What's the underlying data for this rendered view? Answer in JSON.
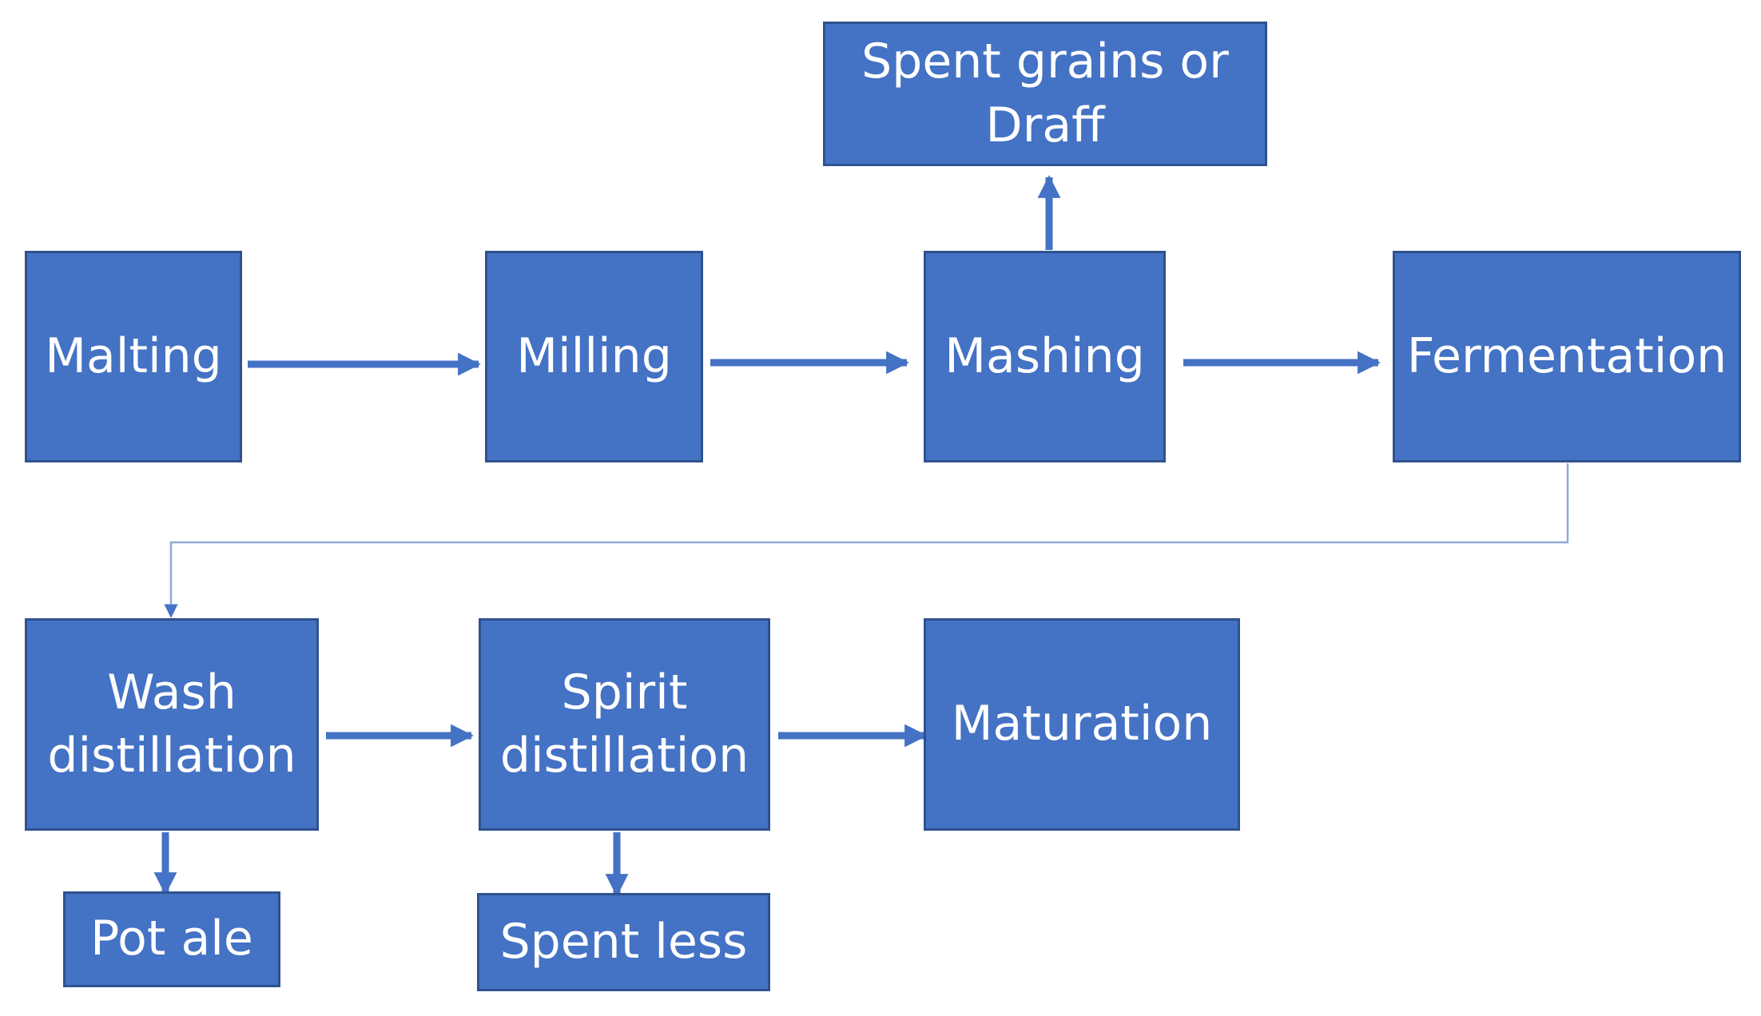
{
  "colors": {
    "box_fill": "#4472c4",
    "box_border": "#2f528f",
    "text": "#ffffff",
    "connector": "#8faadc"
  },
  "nodes": {
    "malting": "Malting",
    "milling": "Milling",
    "mashing": "Mashing",
    "fermentation": "Fermentation",
    "spent_grains": "Spent grains or\nDraff",
    "wash_distillation": "Wash\ndistillation",
    "spirit_distillation": "Spirit\ndistillation",
    "maturation": "Maturation",
    "pot_ale": "Pot ale",
    "spent_less": "Spent less"
  }
}
